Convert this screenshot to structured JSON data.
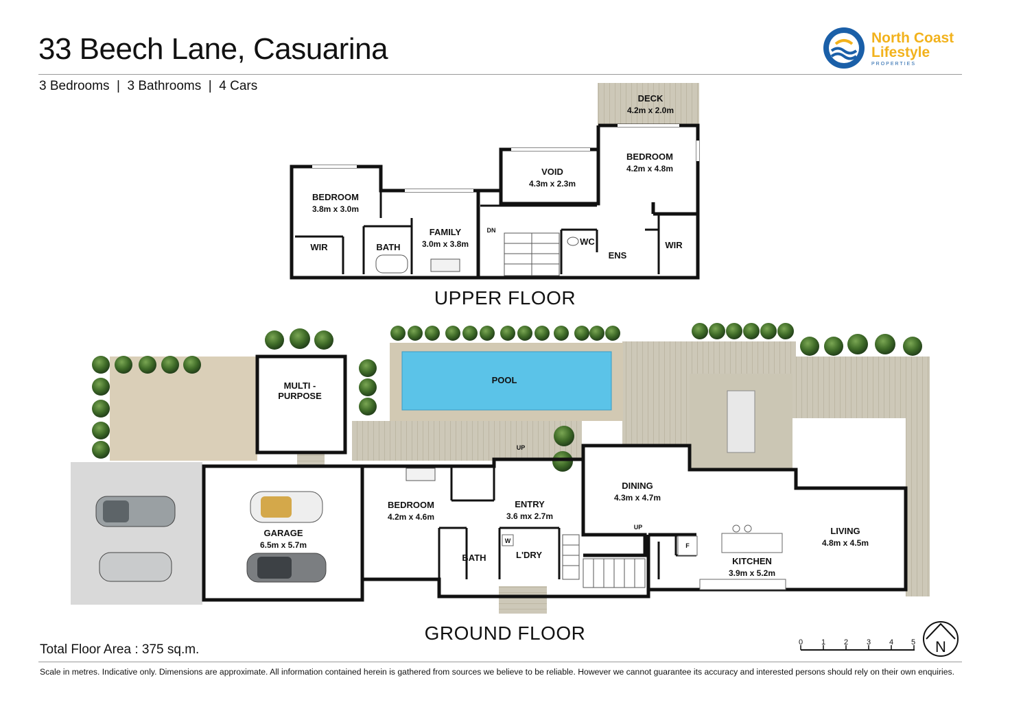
{
  "header": {
    "title": "33 Beech Lane, Casuarina",
    "subtitle": "3 Bedrooms  |  3 Bathrooms  |  4 Cars"
  },
  "logo": {
    "line1": "North Coast",
    "line2": "Lifestyle",
    "line3": "PROPERTIES",
    "colors": {
      "blue": "#1a5fa8",
      "gold": "#f2b21c"
    }
  },
  "floors": {
    "upper": "UPPER FLOOR",
    "ground": "GROUND FLOOR"
  },
  "upper_rooms": {
    "deck": {
      "name": "DECK",
      "dim": "4.2m x 2.0m"
    },
    "void": {
      "name": "VOID",
      "dim": "4.3m x 2.3m"
    },
    "bedroom_main": {
      "name": "BEDROOM",
      "dim": "4.2m x 4.8m"
    },
    "bedroom_left": {
      "name": "BEDROOM",
      "dim": "3.8m x 3.0m"
    },
    "family": {
      "name": "FAMILY",
      "dim": "3.0m x 3.8m"
    },
    "wir_left": "WIR",
    "bath": "BATH",
    "dn": "DN",
    "wc": "WC",
    "ens": "ENS",
    "wir_right": "WIR"
  },
  "ground_rooms": {
    "multi": {
      "line1": "MULTI -",
      "line2": "PURPOSE"
    },
    "pool": "POOL",
    "up_top": "UP",
    "garage": {
      "name": "GARAGE",
      "dim": "6.5m x 5.7m"
    },
    "bedroom": {
      "name": "BEDROOM",
      "dim": "4.2m x 4.6m"
    },
    "entry": {
      "name": "ENTRY",
      "dim": "3.6 mx 2.7m"
    },
    "dining": {
      "name": "DINING",
      "dim": "4.3m x 4.7m"
    },
    "up_stair": "UP",
    "living": {
      "name": "LIVING",
      "dim": "4.8m x 4.5m"
    },
    "kitchen": {
      "name": "KITCHEN",
      "dim": "3.9m x 5.2m"
    },
    "bath": "BATH",
    "ldry": "L'DRY",
    "w": "W",
    "f": "F"
  },
  "footer": {
    "total": "Total Floor Area : 375 sq.m.",
    "disclaimer": "Scale in metres.  Indicative only.  Dimensions are approximate.  All information contained herein is gathered from sources we believe to be reliable.  However we cannot guarantee its accuracy and interested persons should rely on their own enquiries."
  },
  "scale": {
    "ticks": [
      "0",
      "1",
      "2",
      "3",
      "4",
      "5"
    ],
    "north": "N"
  },
  "colors": {
    "wall": "#111111",
    "deck": "#c9c4b3",
    "paving": "#d8ccb4",
    "pool": "#5bc3e8",
    "concrete": "#d7d7d7",
    "hedge": "#3f6b28"
  }
}
